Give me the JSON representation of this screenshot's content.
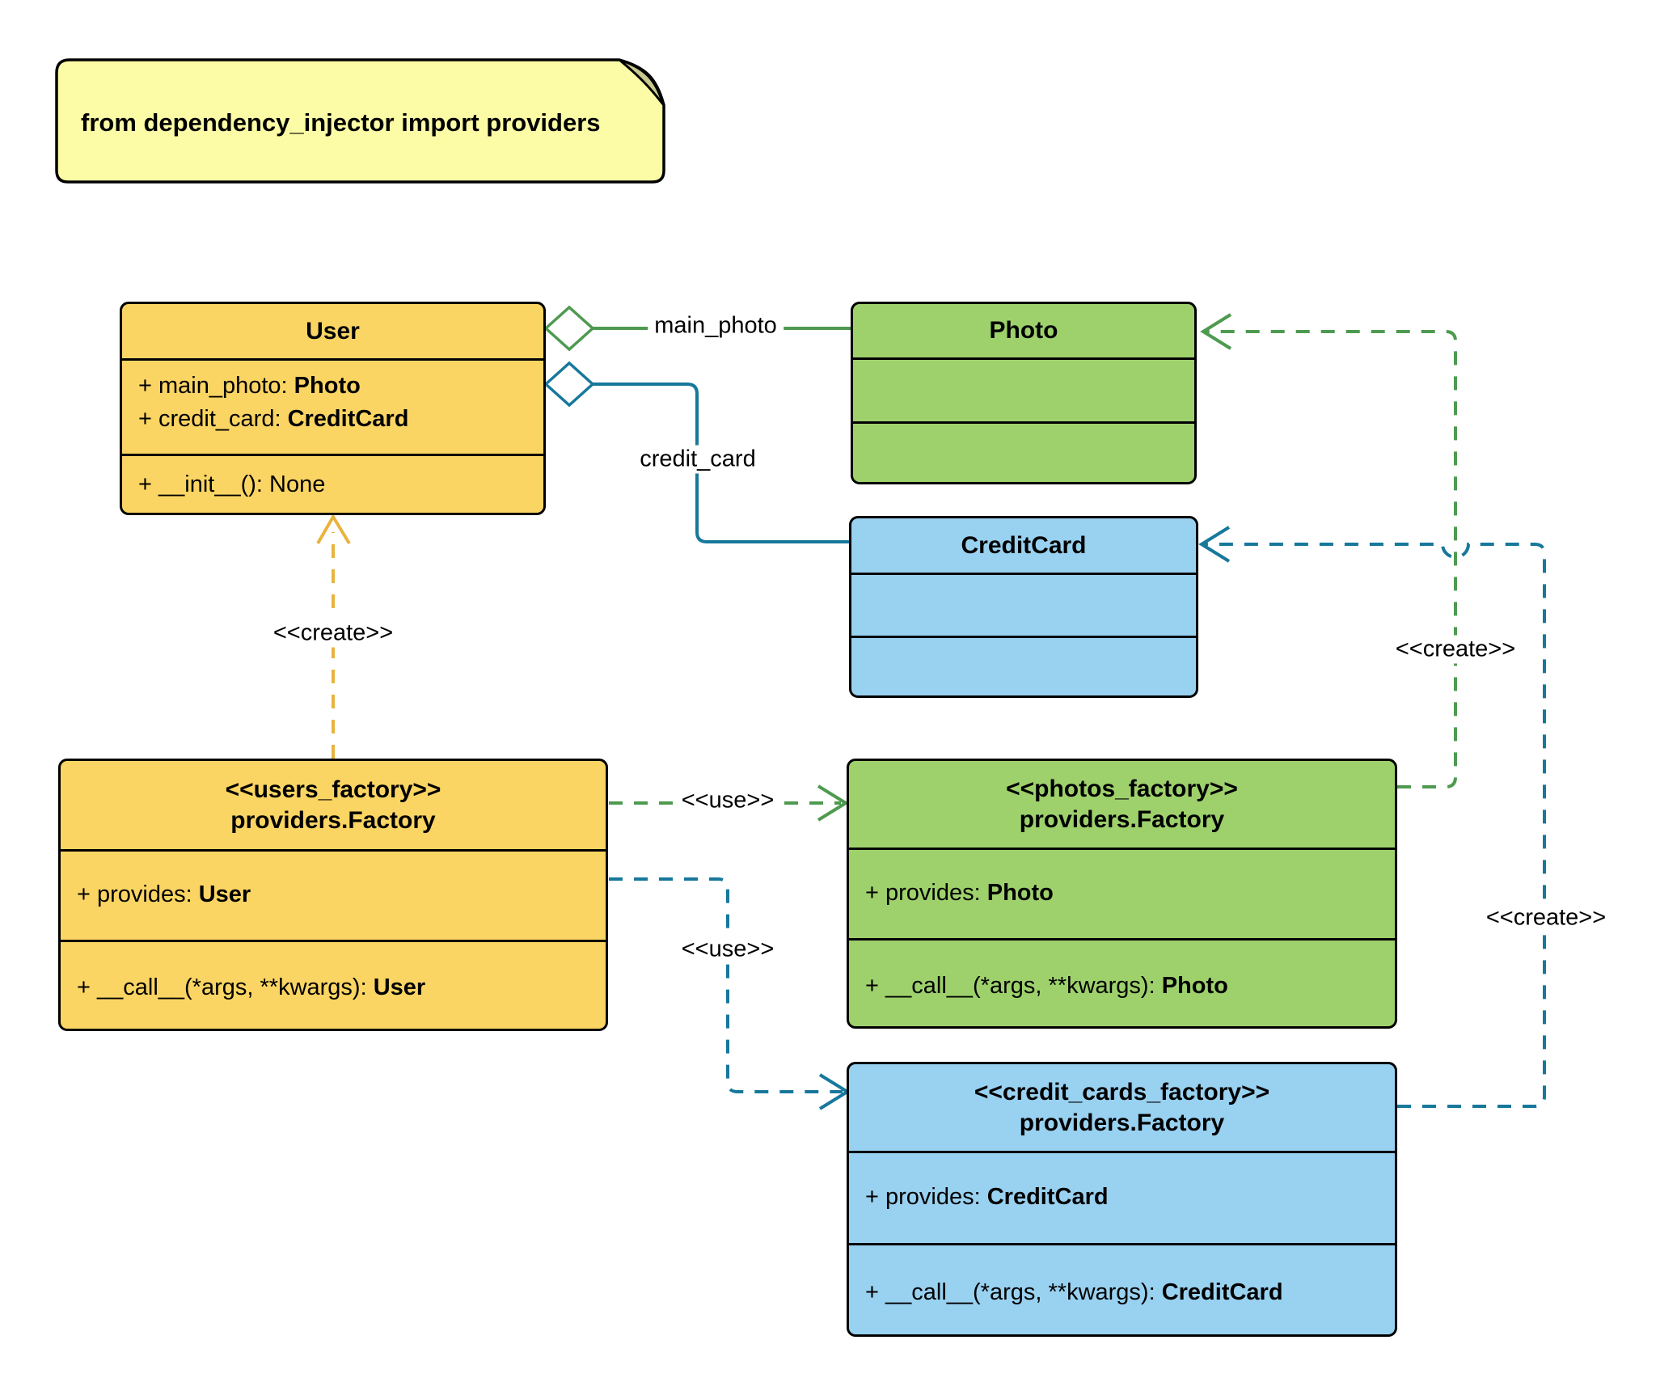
{
  "note": {
    "text": "from dependency_injector import providers"
  },
  "classes": {
    "user": {
      "title": "User",
      "attributes": [
        {
          "text": "+ main_photo: ",
          "type": "Photo"
        },
        {
          "text": "+ credit_card: ",
          "type": "CreditCard"
        }
      ],
      "methods": [
        {
          "text": "+ __init__(): None",
          "type": ""
        }
      ]
    },
    "photo": {
      "title": "Photo"
    },
    "credit_card": {
      "title": "CreditCard"
    },
    "users_factory": {
      "stereotype": "<<users_factory>>",
      "title": "providers.Factory",
      "attributes": [
        {
          "text": "+ provides: ",
          "type": "User"
        }
      ],
      "methods": [
        {
          "text": "+ __call__(*args, **kwargs): ",
          "type": "User"
        }
      ]
    },
    "photos_factory": {
      "stereotype": "<<photos_factory>>",
      "title": "providers.Factory",
      "attributes": [
        {
          "text": "+ provides: ",
          "type": "Photo"
        }
      ],
      "methods": [
        {
          "text": "+ __call__(*args, **kwargs): ",
          "type": "Photo"
        }
      ]
    },
    "credit_cards_factory": {
      "stereotype": "<<credit_cards_factory>>",
      "title": "providers.Factory",
      "attributes": [
        {
          "text": "+ provides: ",
          "type": "CreditCard"
        }
      ],
      "methods": [
        {
          "text": "+ __call__(*args, **kwargs): ",
          "type": "CreditCard"
        }
      ]
    }
  },
  "edges": {
    "main_photo": {
      "label": "main_photo"
    },
    "credit_card": {
      "label": "credit_card"
    },
    "create_user": {
      "label": "<<create>>"
    },
    "use_photos": {
      "label": "<<use>>"
    },
    "use_credit_cards": {
      "label": "<<use>>"
    },
    "create_photo": {
      "label": "<<create>>"
    },
    "create_credit_card": {
      "label": "<<create>>"
    }
  },
  "colors": {
    "yellow_fill": "#FBD563",
    "green_fill": "#9ED16C",
    "blue_fill": "#99D1F0",
    "note_fill": "#FCFCA6",
    "note_fold": "#C8C98E",
    "gold_line": "#E8B43E",
    "green_line": "#4E9A50",
    "teal_line": "#17789C"
  }
}
